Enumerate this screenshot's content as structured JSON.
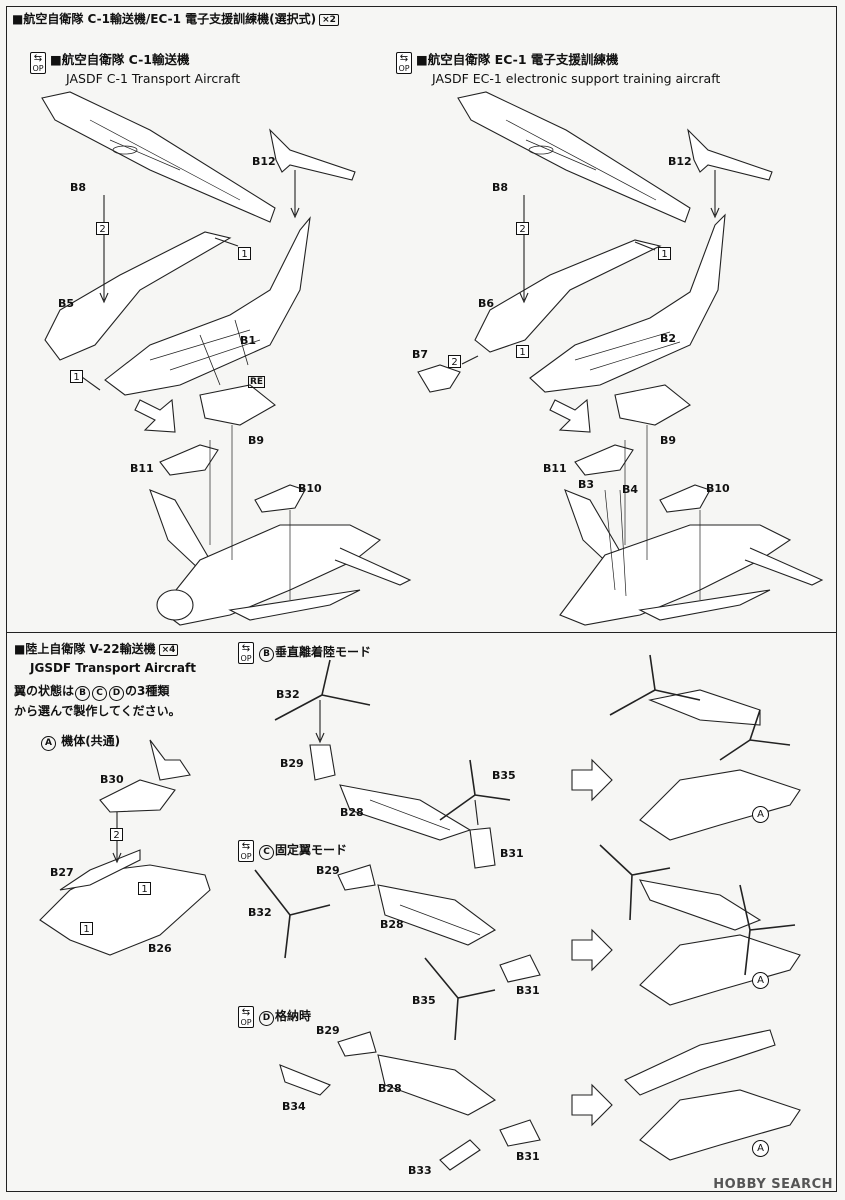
{
  "top_section": {
    "title": "■航空自衛隊 C-1輸送機/EC-1 電子支援訓練機(選択式)",
    "count_badge": "×2",
    "left": {
      "title_jp": "■航空自衛隊 C-1輸送機",
      "title_en": "JASDF C-1 Transport Aircraft",
      "parts": [
        "B8",
        "B12",
        "B5",
        "B1",
        "B11",
        "B9",
        "B10"
      ],
      "re_badge": "RE"
    },
    "right": {
      "title_jp": "■航空自衛隊 EC-1 電子支援訓練機",
      "title_en": "JASDF EC-1 electronic support training aircraft",
      "parts": [
        "B8",
        "B12",
        "B6",
        "B7",
        "B2",
        "B11",
        "B9",
        "B3",
        "B4",
        "B10"
      ]
    }
  },
  "bottom_section": {
    "title": "■陸上自衛隊 V-22輸送機",
    "count_badge": "×4",
    "title_en": "JGSDF Transport Aircraft",
    "note_line1_prefix": "翼の状態は",
    "note_opts": [
      "B",
      "C",
      "D"
    ],
    "note_line1_suffix": "の3種類",
    "note_line2": "から選んで製作してください。",
    "body_heading_letter": "A",
    "body_heading": "機体(共通)",
    "body_parts": [
      "B30",
      "B27",
      "B26"
    ],
    "mode_b": {
      "letter": "B",
      "label": "垂直離着陸モード",
      "parts": [
        "B32",
        "B29",
        "B28",
        "B35",
        "B31"
      ]
    },
    "mode_c": {
      "letter": "C",
      "label": "固定翼モード",
      "parts": [
        "B29",
        "B32",
        "B28",
        "B35",
        "B31"
      ]
    },
    "mode_d": {
      "letter": "D",
      "label": "格納時",
      "parts": [
        "B29",
        "B28",
        "B34",
        "B33",
        "B31"
      ]
    },
    "ref_letter": "A"
  },
  "op_label": "OP",
  "step_numbers": {
    "one": "1",
    "two": "2"
  },
  "watermark": "HOBBY SEARCH"
}
